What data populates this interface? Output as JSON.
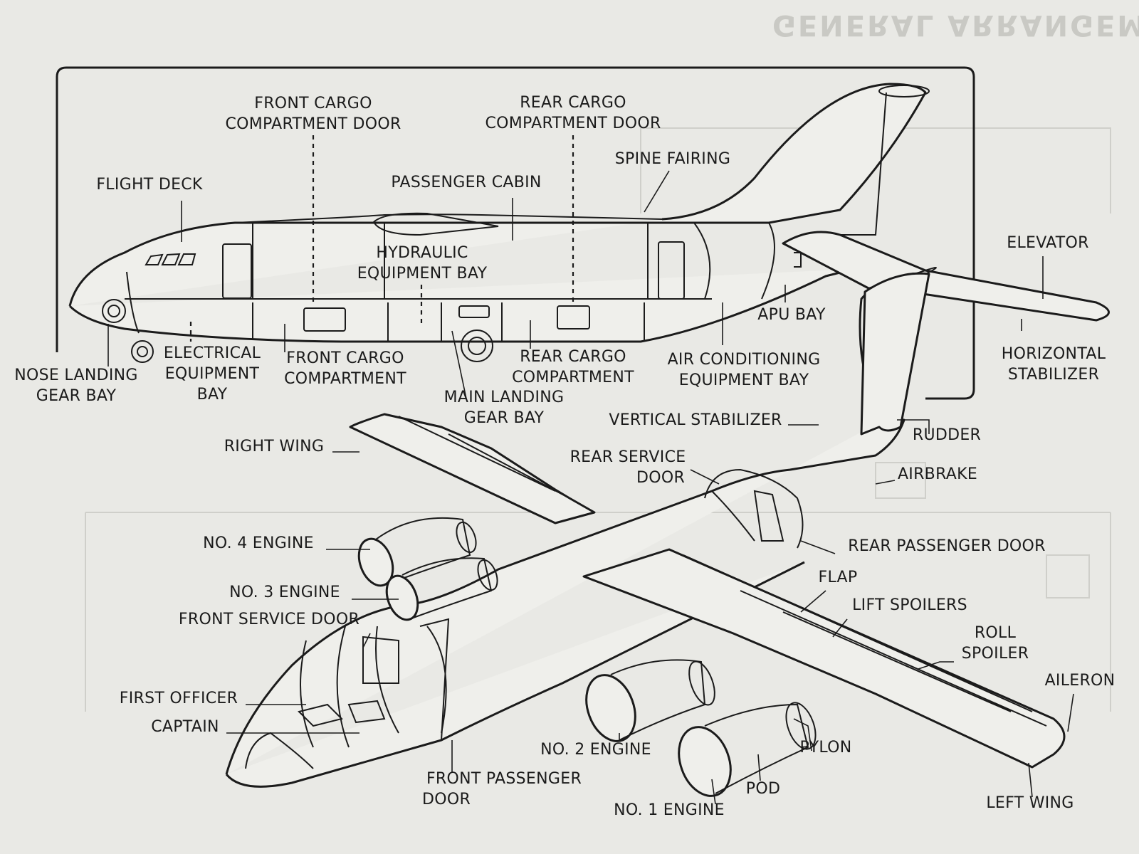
{
  "header": {
    "ghost_title": "GENERAL ARRANGEM"
  },
  "labels": {
    "front_cargo_door": [
      "FRONT CARGO",
      "COMPARTMENT DOOR"
    ],
    "rear_cargo_door": [
      "REAR CARGO",
      "COMPARTMENT DOOR"
    ],
    "spine_fairing": "SPINE FAIRING",
    "flight_deck": "FLIGHT DECK",
    "passenger_cabin": "PASSENGER CABIN",
    "hydraulic_bay": [
      "HYDRAULIC",
      "EQUIPMENT BAY"
    ],
    "elevator": "ELEVATOR",
    "apu_bay": "APU BAY",
    "horizontal_stabilizer": [
      "HORIZONTAL",
      "STABILIZER"
    ],
    "air_conditioning_bay": [
      "AIR CONDITIONING",
      "EQUIPMENT BAY"
    ],
    "nose_gear_bay": [
      "NOSE LANDING",
      "GEAR BAY"
    ],
    "electrical_bay": [
      "ELECTRICAL",
      "EQUIPMENT",
      "BAY"
    ],
    "front_cargo_compartment": [
      "FRONT CARGO",
      "COMPARTMENT"
    ],
    "rear_cargo_compartment": [
      "REAR CARGO",
      "COMPARTMENT"
    ],
    "main_gear_bay": [
      "MAIN LANDING",
      "GEAR BAY"
    ],
    "vertical_stabilizer": "VERTICAL STABILIZER",
    "rudder": "RUDDER",
    "right_wing": "RIGHT WING",
    "rear_service_door": [
      "REAR SERVICE",
      "DOOR"
    ],
    "airbrake": "AIRBRAKE",
    "no4_engine": "NO. 4 ENGINE",
    "rear_passenger_door": "REAR PASSENGER DOOR",
    "flap": "FLAP",
    "no3_engine": "NO. 3 ENGINE",
    "lift_spoilers": "LIFT SPOILERS",
    "front_service_door": "FRONT SERVICE DOOR",
    "roll_spoiler": [
      "ROLL",
      "SPOILER"
    ],
    "aileron": "AILERON",
    "first_officer": "FIRST OFFICER",
    "captain": "CAPTAIN",
    "pylon": "PYLON",
    "no2_engine": "NO. 2 ENGINE",
    "front_passenger_door": [
      "FRONT PASSENGER",
      "DOOR"
    ],
    "pod": "POD",
    "no1_engine": "NO. 1 ENGINE",
    "left_wing": "LEFT WING"
  }
}
